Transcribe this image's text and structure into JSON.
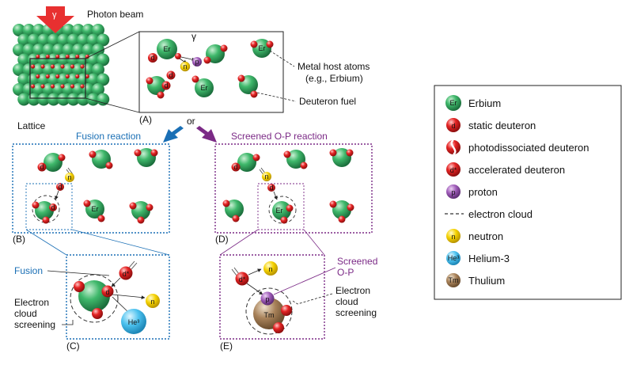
{
  "labels": {
    "photon_beam": "Photon beam",
    "gamma": "γ",
    "lattice": "Lattice",
    "metal_host": "Metal host atoms",
    "metal_host_eg": "(e.g., Erbium)",
    "deuteron_fuel": "Deuteron fuel",
    "or": "or",
    "fusion_reaction": "Fusion reaction",
    "screened_op_reaction": "Screened O-P reaction",
    "fusion": "Fusion",
    "electron": "Electron",
    "cloud": "cloud",
    "screening": "screening",
    "screened": "Screened",
    "op": "O-P"
  },
  "panels": {
    "A": "(A)",
    "B": "(B)",
    "C": "(C)",
    "D": "(D)",
    "E": "(E)"
  },
  "atoms": {
    "er": "Er",
    "d": "d",
    "n": "n",
    "p": "p",
    "dstar": "d*",
    "he3": "He³",
    "tm": "Tm"
  },
  "legend": [
    {
      "key": "er",
      "symbol": "Er",
      "label": "Erbium",
      "color": "#3bb46b"
    },
    {
      "key": "d",
      "symbol": "d",
      "label": "static deuteron",
      "color": "#e02020"
    },
    {
      "key": "photo",
      "symbol": "",
      "label": "photodissociated deuteron",
      "color": "#e02020"
    },
    {
      "key": "dstar",
      "symbol": "d*",
      "label": "accelerated deuteron",
      "color": "#e02020"
    },
    {
      "key": "p",
      "symbol": "p",
      "label": "proton",
      "color": "#9b59b6"
    },
    {
      "key": "cloud",
      "symbol": "",
      "label": "electron cloud",
      "color": "#333333"
    },
    {
      "key": "n",
      "symbol": "n",
      "label": "neutron",
      "color": "#f5d000"
    },
    {
      "key": "he3",
      "symbol": "He³",
      "label": "Helium-3",
      "color": "#4fc3ef"
    },
    {
      "key": "tm",
      "symbol": "Tm",
      "label": "Thulium",
      "color": "#a8825a"
    }
  ],
  "colors": {
    "erbium": "#3bb46b",
    "deuteron": "#e02020",
    "neutron": "#f5d000",
    "proton": "#9b59b6",
    "helium": "#4fc3ef",
    "thulium": "#a8825a",
    "fusion_blue": "#1a6fb5",
    "screened_purple": "#7b2a86",
    "beam_red": "#e83030"
  }
}
